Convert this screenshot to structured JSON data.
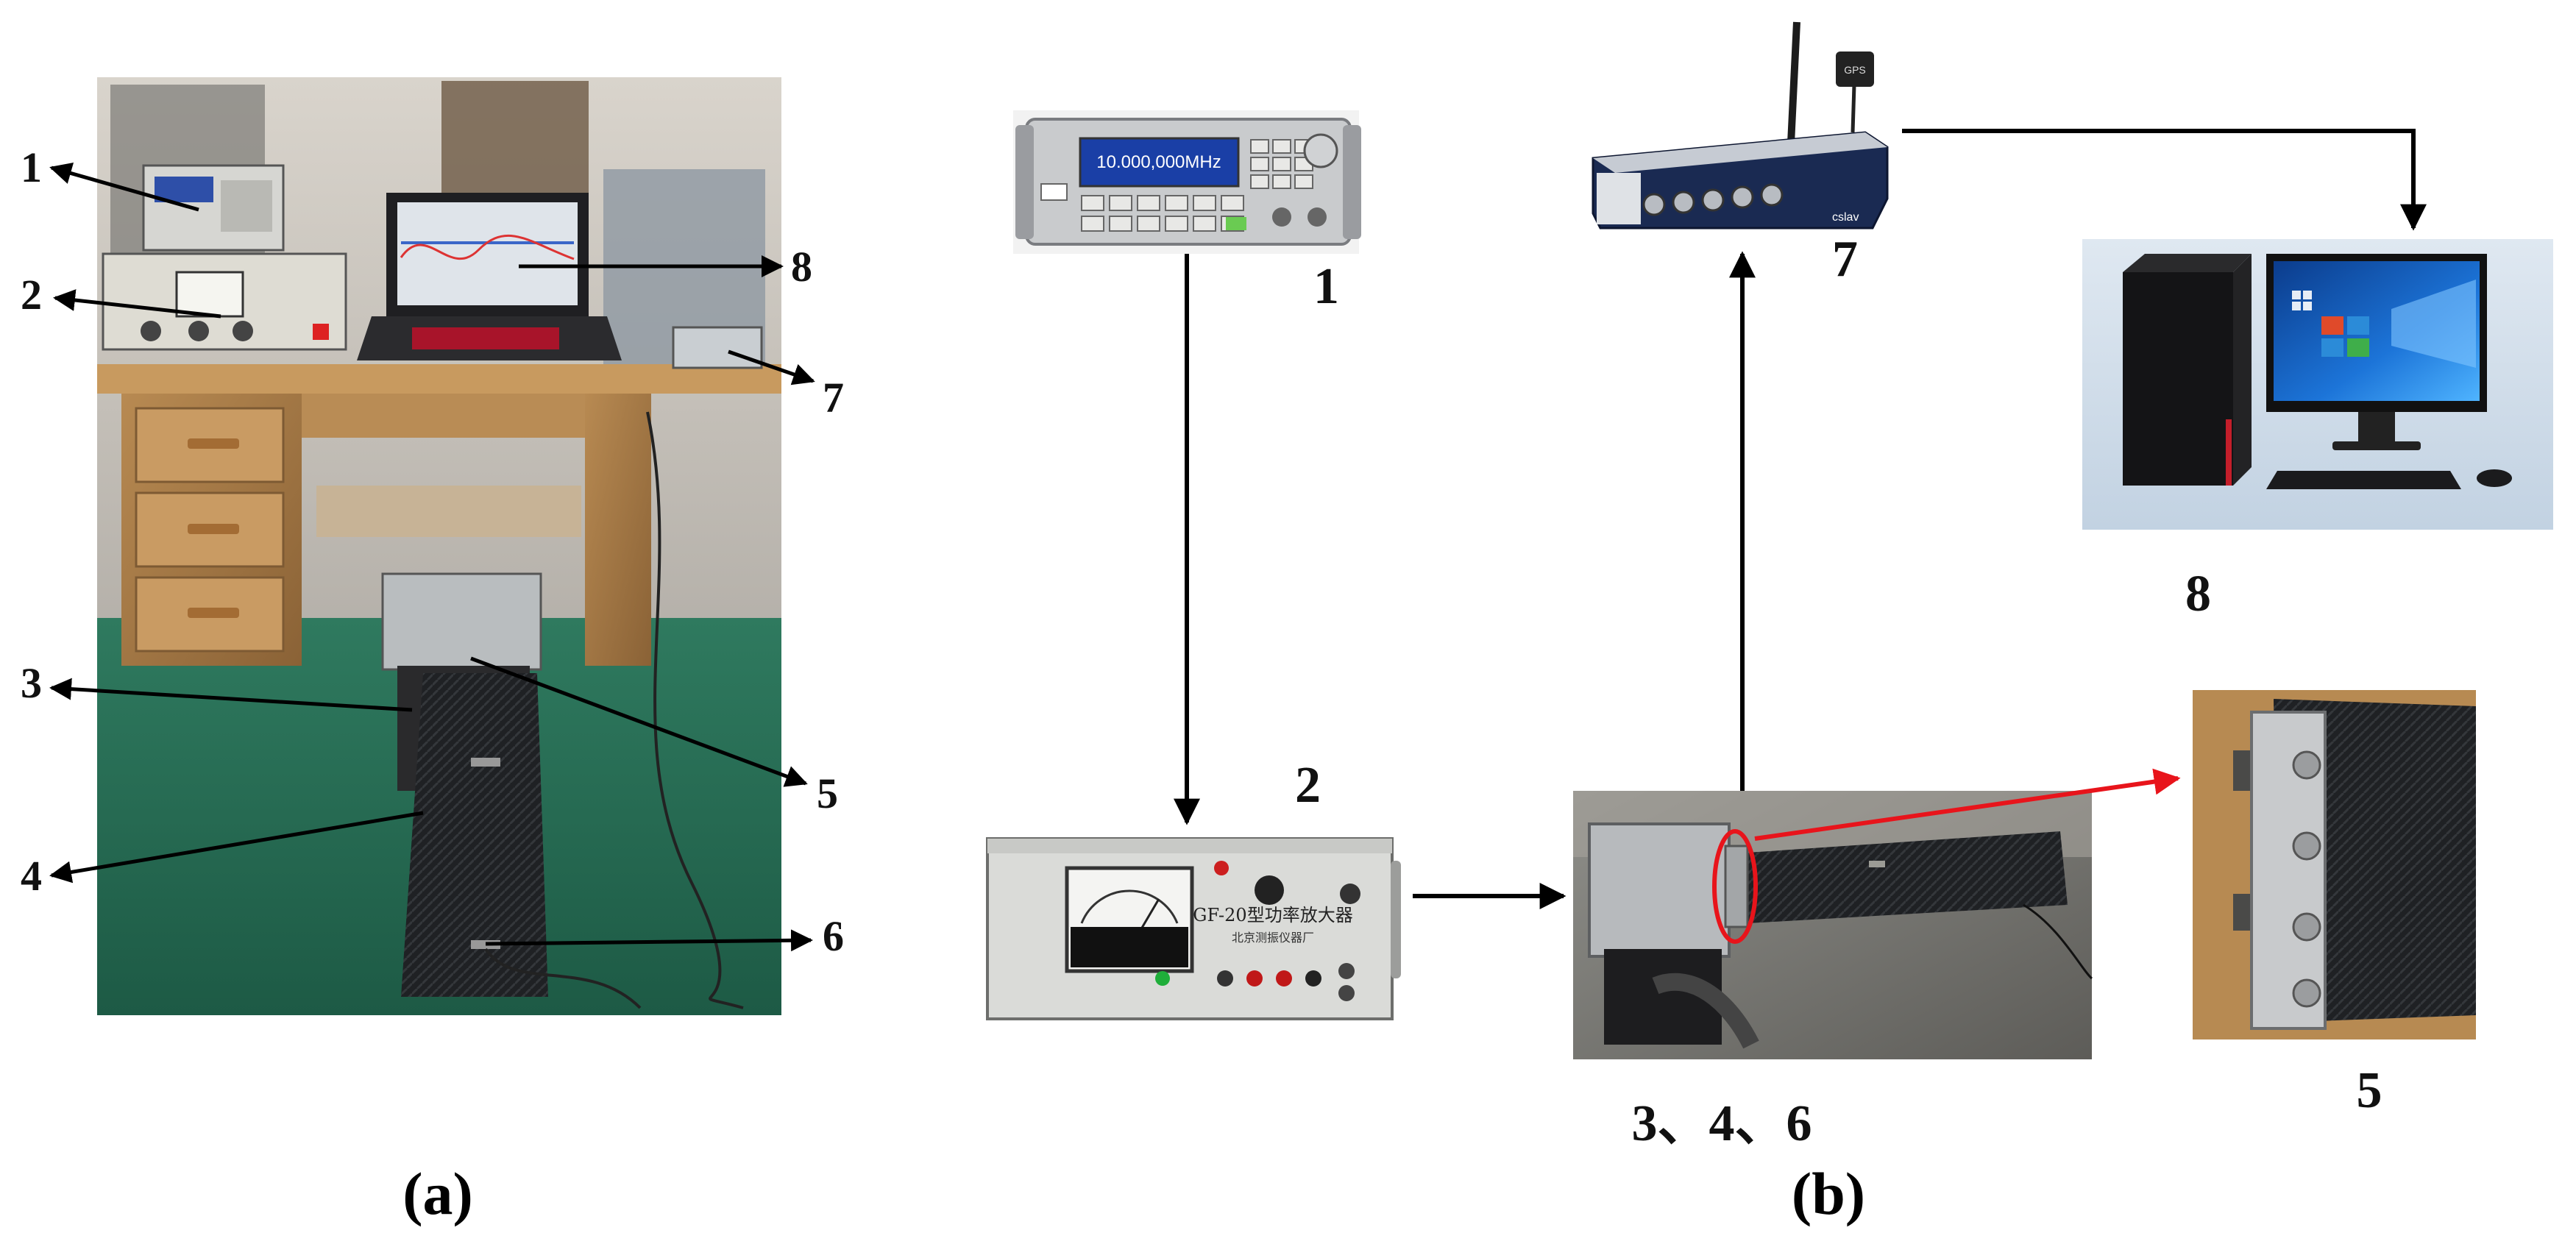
{
  "panel_a": {
    "caption": "(a)",
    "callouts": [
      "1",
      "2",
      "3",
      "4",
      "5",
      "6",
      "7",
      "8"
    ]
  },
  "panel_b": {
    "caption": "(b)",
    "labels": {
      "generator": "1",
      "amplifier": "2",
      "test_rig": "3、4、6",
      "clamp": "5",
      "daq": "7",
      "computer": "8"
    },
    "generator_display": "10.000,000MHz",
    "amplifier_text": "GF-20型功率放大器",
    "amplifier_maker": "北京测振仪器厂",
    "daq_brand": "cslav",
    "gps_label": "GPS"
  },
  "colors": {
    "arrow": "#000000",
    "highlight": "#e8141b"
  }
}
